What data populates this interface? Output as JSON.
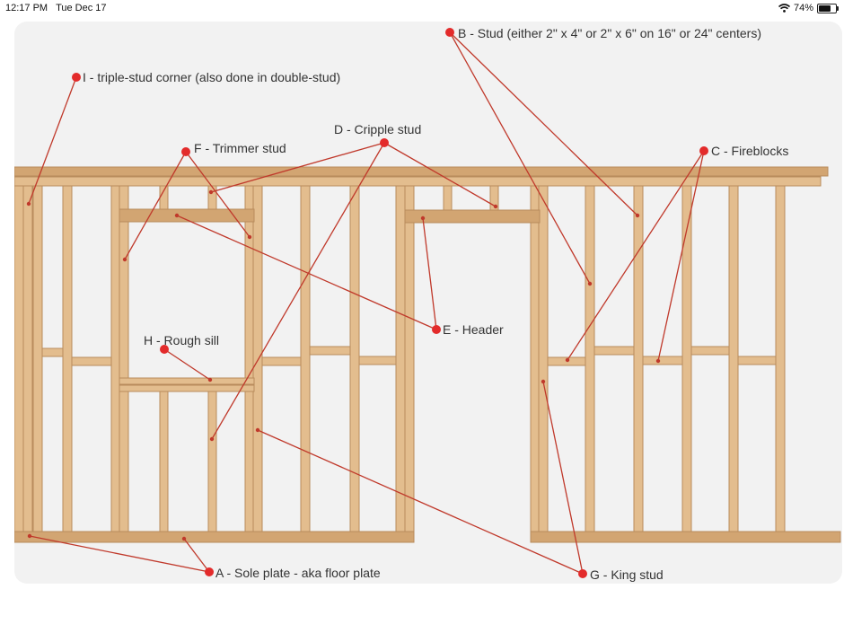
{
  "status_bar": {
    "time": "12:17 PM",
    "date": "Tue Dec 17",
    "battery_percent": "74%",
    "battery_level": 0.74,
    "wifi_icon": "wifi-icon",
    "battery_icon": "battery-icon"
  },
  "colors": {
    "wood_fill": "#e3bd8e",
    "wood_edge": "#b88c5c",
    "wood_dark": "#d2a572",
    "leader": "#c0392b",
    "dot": "#e32b2b",
    "panel": "#f2f2f2"
  },
  "labels": {
    "a": "A - Sole plate - aka floor plate",
    "b": "B - Stud (either 2\" x 4\" or 2\" x 6\" on 16\" or 24\" centers)",
    "c": "C - Fireblocks",
    "d": "D - Cripple stud",
    "e": "E - Header",
    "f": "F - Trimmer stud",
    "g": "G - King stud",
    "h": "H - Rough sill",
    "i": "I - triple-stud corner (also done in double-stud)"
  }
}
